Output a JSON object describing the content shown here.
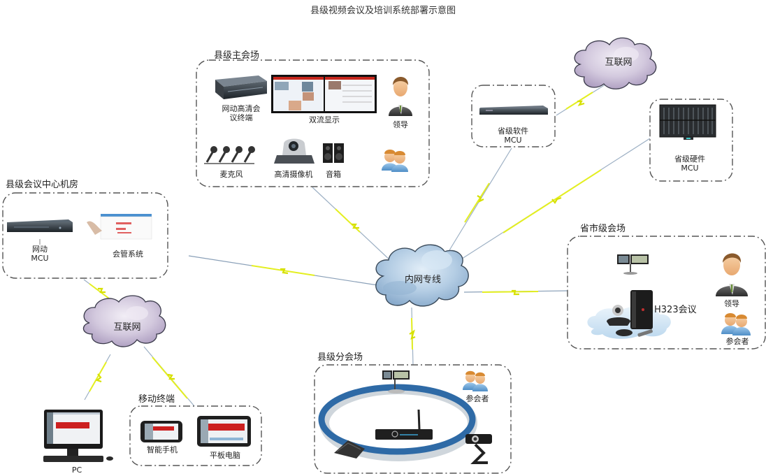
{
  "title": "县级视频会议及培训系统部署示意图",
  "clouds": {
    "intranet": "内网专线",
    "internet_top": "互联网",
    "internet_left": "互联网"
  },
  "groups": {
    "main_venue": {
      "title": "县级主会场",
      "items": {
        "terminal": "网动高清会\n议终端",
        "terminal_line1": "网动高清会",
        "terminal_line2": "议终端",
        "dual_display": "双流显示",
        "leader": "领导",
        "microphone": "麦克风",
        "hd_camera": "高清摄像机",
        "speaker": "音箱"
      }
    },
    "county_center": {
      "title": "县级会议中心机房",
      "items": {
        "mcu_line1": "网动",
        "mcu_line2": "MCU",
        "mgmt": "会管系统"
      }
    },
    "provincial_soft_mcu": {
      "line1": "省级软件",
      "line2": "MCU"
    },
    "provincial_hard_mcu": {
      "line1": "省级硬件",
      "line2": "MCU"
    },
    "provincial_venue": {
      "title": "省市级会场",
      "items": {
        "h323": "H323会议",
        "leader": "领导",
        "participants": "参会者"
      }
    },
    "branch_venue": {
      "title": "县级分会场",
      "items": {
        "participants": "参会者"
      }
    },
    "mobile": {
      "title": "移动终端",
      "items": {
        "phone": "智能手机",
        "tablet": "平板电脑"
      }
    },
    "pc": {
      "label": "PC"
    }
  },
  "colors": {
    "box_border": "#555555",
    "link_line": "#8aa0b8",
    "bolt": "#e8f000",
    "intranet_cloud": "#a9c6e0",
    "internet_cloud": "#c9bfd6"
  }
}
